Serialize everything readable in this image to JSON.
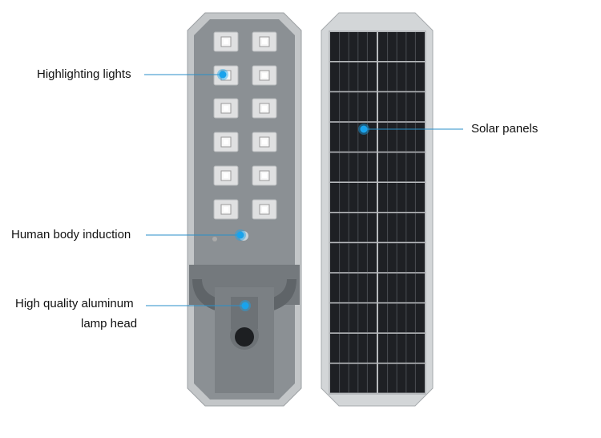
{
  "labels": {
    "highlighting": "Highlighting lights",
    "human_body": "Human body induction",
    "aluminum_line1": "High quality aluminum",
    "aluminum_line2": "lamp head",
    "solar": "Solar panels"
  },
  "colors": {
    "callout_dot": "#1aa3ec",
    "callout_line": "#2a8fc9",
    "panel_gray": "#8b9094",
    "solar_cell": "#1e2024",
    "frame": "#c9ccce"
  }
}
